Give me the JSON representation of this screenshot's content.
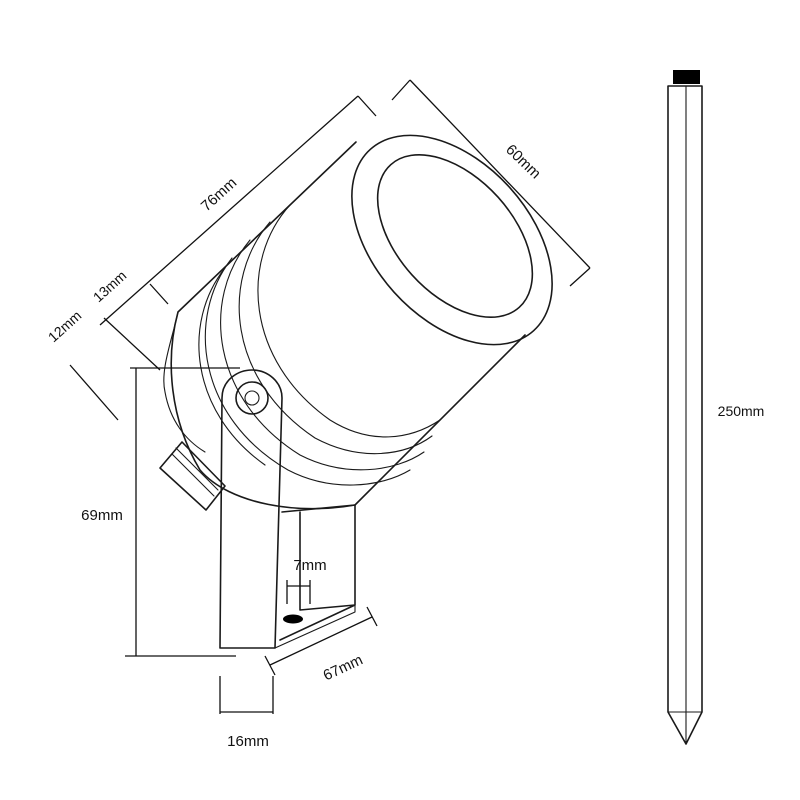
{
  "dimensions": {
    "length": "76mm",
    "diameter": "60mm",
    "offset_a": "13mm",
    "offset_b": "12mm",
    "height": "69mm",
    "slot": "7mm",
    "base_length": "67mm",
    "bracket_width": "16mm",
    "spike_length": "250mm"
  },
  "colors": {
    "line": "#1a1a1a",
    "background": "#ffffff",
    "cap": "#000000"
  }
}
